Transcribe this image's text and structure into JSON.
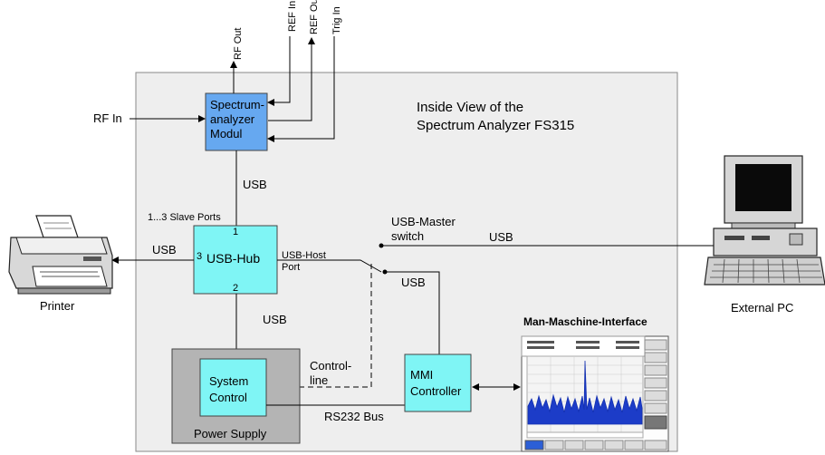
{
  "title_line1": "Inside View of the",
  "title_line2": "Spectrum Analyzer FS315",
  "spectrum_module": {
    "line1": "Spectrum-",
    "line2": "analyzer",
    "line3": "Modul"
  },
  "usb_hub": {
    "label": "USB-Hub",
    "port1": "1",
    "port2": "2",
    "port3": "3",
    "host_port_line1": "USB-Host",
    "host_port_line2": "Port"
  },
  "system_control": {
    "line1": "System",
    "line2": "Control"
  },
  "power_supply": "Power Supply",
  "mmi_controller": {
    "line1": "MMI",
    "line2": "Controller"
  },
  "signals": {
    "rf_in": "RF In",
    "rf_out_top": "RF Out",
    "ref_in": "REF In",
    "ref_out": "REF Out",
    "trig_in": "Trig In"
  },
  "usb_labels": {
    "module_usb": "USB",
    "printer_usb": "USB",
    "hub_psu_usb": "USB",
    "pc_usb": "USB",
    "mmi_usb": "USB"
  },
  "slave_ports": "1...3 Slave Ports",
  "usb_master": {
    "line1": "USB-Master",
    "line2": "switch"
  },
  "control_line": {
    "line1": "Control-",
    "line2": "line"
  },
  "rs232": "RS232 Bus",
  "printer": "Printer",
  "external_pc": "External PC",
  "mmi_title": "Man-Maschine-Interface",
  "colors": {
    "enclosure": "#eeeeee",
    "module": "#66a8f0",
    "cyan": "#7ff5f5",
    "psu": "#b4b4b4",
    "screen": "#1c3cc8"
  }
}
